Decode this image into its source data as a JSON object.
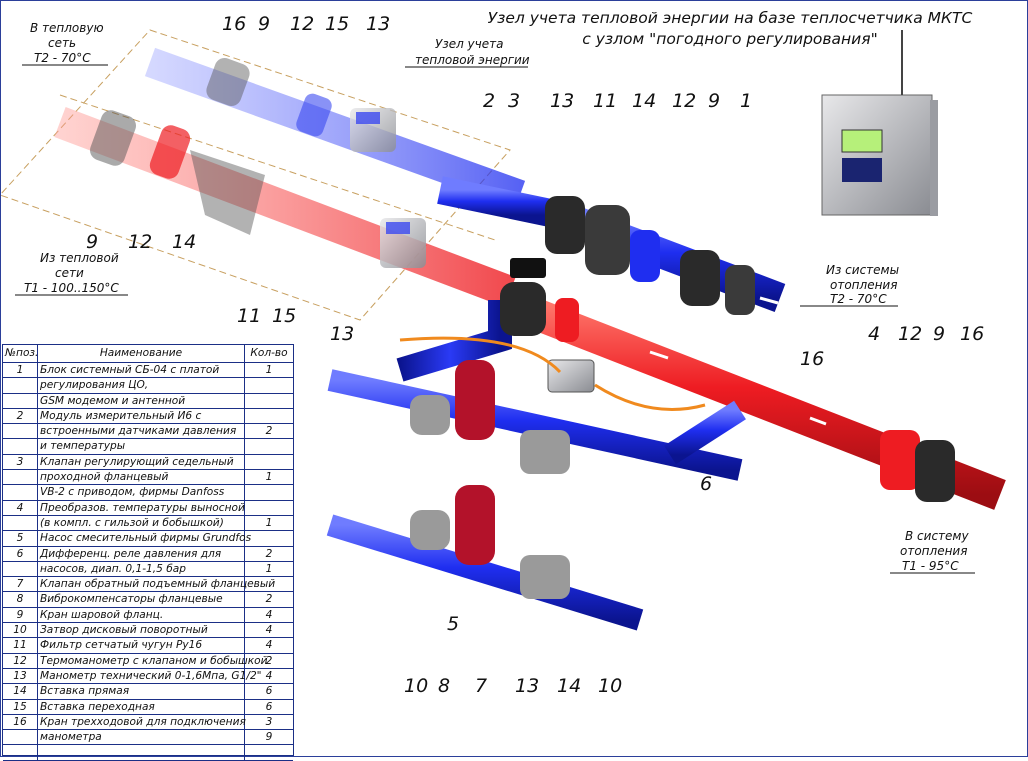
{
  "title": {
    "line1": "Узел учета тепловой энергии на базе теплосчетчика МКТС",
    "line2": "с узлом \"погодного регулирования\""
  },
  "labels": {
    "to_heat_network_1": "В тепловую",
    "to_heat_network_2": "сеть",
    "to_heat_network_3": "Т2 - 70°С",
    "metering_unit_1": "Узел учета",
    "metering_unit_2": "тепловой энергии",
    "from_heat_network_1": "Из тепловой",
    "from_heat_network_2": "сети",
    "from_heat_network_3": "Т1 - 100..150°С",
    "from_heating_1": "Из системы",
    "from_heating_2": "отопления",
    "from_heating_3": "Т2 - 70°С",
    "to_heating_1": "В систему",
    "to_heating_2": "отопления",
    "to_heating_3": "Т1 - 95°С"
  },
  "numbers": {
    "n16a": "16",
    "n9a": "9",
    "n12a": "12",
    "n15a": "15",
    "n13a": "13",
    "n2": "2",
    "n3": "3",
    "n13b": "13",
    "n11a": "11",
    "n14a": "14",
    "n12b": "12",
    "n9b": "9",
    "n1": "1",
    "n9c": "9",
    "n12c": "12",
    "n14b": "14",
    "n11b": "11",
    "n15b": "15",
    "n13c": "13",
    "n16b": "16",
    "n4": "4",
    "n12d": "12",
    "n9d": "9",
    "n16c": "16",
    "n6": "6",
    "n5": "5",
    "n10a": "10",
    "n8": "8",
    "n7": "7",
    "n13d": "13",
    "n14c": "14",
    "n10b": "10"
  },
  "spec": {
    "headers": {
      "pos": "№поз.",
      "name": "Наименование",
      "qty": "Кол-во"
    },
    "rows": [
      {
        "pos": "1",
        "name": "Блок системный СБ-04 с платой",
        "qty": "1"
      },
      {
        "pos": "",
        "name": "регулирования ЦО,",
        "qty": ""
      },
      {
        "pos": "",
        "name": "GSM модемом и антенной",
        "qty": ""
      },
      {
        "pos": "2",
        "name": "Модуль измерительный И6 с",
        "qty": ""
      },
      {
        "pos": "",
        "name": "встроенными датчиками давления",
        "qty": "2"
      },
      {
        "pos": "",
        "name": "и температуры",
        "qty": ""
      },
      {
        "pos": "3",
        "name": "Клапан регулирующий седельный",
        "qty": ""
      },
      {
        "pos": "",
        "name": "проходной фланцевый",
        "qty": "1"
      },
      {
        "pos": "",
        "name": "VB-2 с приводом, фирмы Danfoss",
        "qty": ""
      },
      {
        "pos": "4",
        "name": "Преобразов. температуры выносной",
        "qty": ""
      },
      {
        "pos": "",
        "name": "(в компл. с гильзой и бобышкой)",
        "qty": "1"
      },
      {
        "pos": "5",
        "name": "Насос смесительный фирмы Grundfos",
        "qty": ""
      },
      {
        "pos": "6",
        "name": "Дифференц. реле давления для",
        "qty": "2"
      },
      {
        "pos": "",
        "name": "насосов, диап. 0,1-1,5 бар",
        "qty": "1"
      },
      {
        "pos": "7",
        "name": "Клапан обратный подъемный фланцевый",
        "qty": ""
      },
      {
        "pos": "8",
        "name": "Виброкомпенсаторы фланцевые",
        "qty": "2"
      },
      {
        "pos": "9",
        "name": "Кран шаровой фланц.",
        "qty": "4"
      },
      {
        "pos": "10",
        "name": "Затвор дисковый поворотный",
        "qty": "4"
      },
      {
        "pos": "11",
        "name": "Фильтр сетчатый чугун Ру16",
        "qty": "4"
      },
      {
        "pos": "12",
        "name": "Термоманометр с клапаном и бобышкой",
        "qty": "2"
      },
      {
        "pos": "13",
        "name": "Манометр технический 0-1,6Мпа, G1/2\"",
        "qty": "4"
      },
      {
        "pos": "14",
        "name": "Вставка прямая",
        "qty": "6"
      },
      {
        "pos": "15",
        "name": "Вставка переходная",
        "qty": "6"
      },
      {
        "pos": "16",
        "name": "Кран трехходовой для подключения",
        "qty": "3"
      },
      {
        "pos": "",
        "name": "манометра",
        "qty": "9"
      },
      {
        "pos": "",
        "name": "",
        "qty": ""
      }
    ]
  },
  "colors": {
    "supply_red": "#e8191f",
    "return_blue": "#1f2ef0",
    "flange_dark": "#2a2a2a",
    "frame_blue": "#2b3f9a",
    "cable_orange": "#f08a1e",
    "pump_red": "#b3122a"
  }
}
